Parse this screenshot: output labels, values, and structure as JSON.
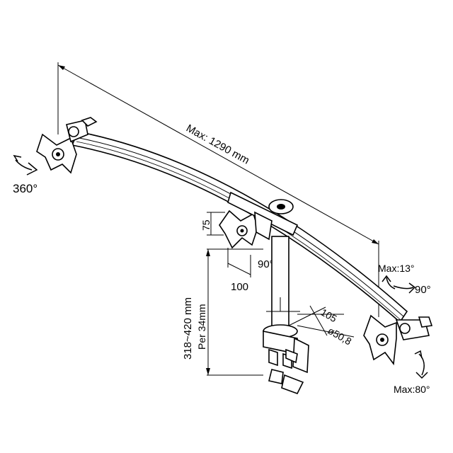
{
  "dimensions": {
    "total_length": "Max: 1290 mm",
    "height_range": "318~420 mm",
    "pole": "Per 34mm",
    "vesa_w": "100",
    "vesa_h": "75",
    "clamp_depth": "105",
    "pole_diameter": "ø50,8"
  },
  "angles": {
    "rotation": "360°",
    "swivel_center": "90°",
    "tilt_up": "Max:13°",
    "swivel_right": "90°",
    "tilt_down": "Max:80°"
  }
}
